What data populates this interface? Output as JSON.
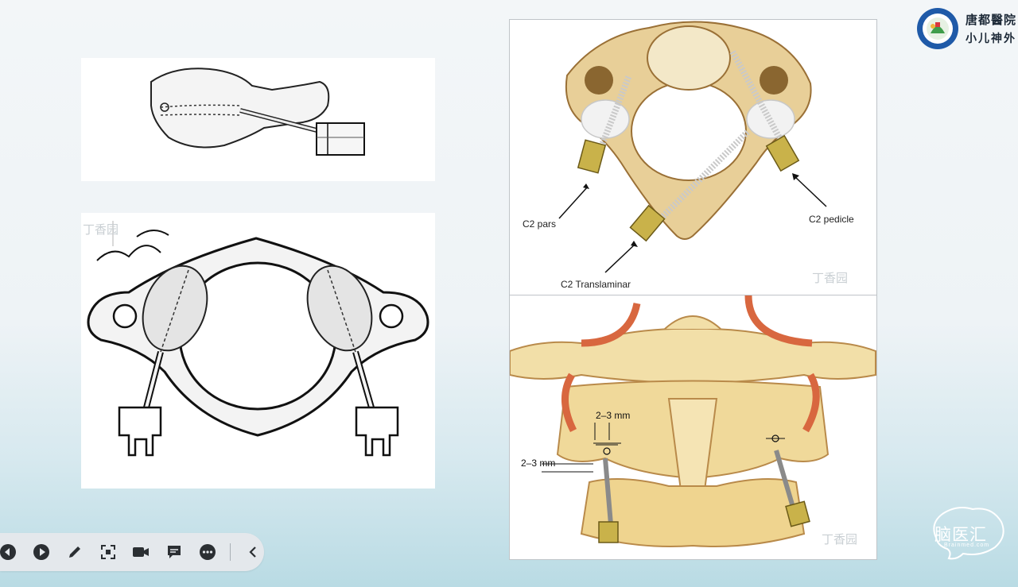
{
  "header": {
    "hospital_name_line1": "唐都醫院",
    "hospital_name_line2": "小儿神外",
    "logo_icon": "hospital-seal-logo"
  },
  "panels": {
    "c2_fig": {
      "labels": {
        "pars": "C2 pars",
        "pedicle": "C2 pedicle",
        "translaminar": "C2 Translaminar"
      },
      "watermark": "丁香园"
    },
    "lateral_fig": {
      "measure_top": "2–3 mm",
      "measure_side": "2–3 mm",
      "watermark": "丁香园"
    },
    "atlas_fig": {
      "watermark": "丁香园"
    }
  },
  "toolbar": {
    "items": [
      {
        "name": "prev-icon"
      },
      {
        "name": "play-icon"
      },
      {
        "name": "pen-icon"
      },
      {
        "name": "screenshot-icon"
      },
      {
        "name": "camera-icon"
      },
      {
        "name": "comment-icon"
      },
      {
        "name": "more-icon"
      },
      {
        "name": "collapse-icon"
      }
    ]
  },
  "brand": {
    "name": "脑医汇",
    "sub": "Brainmed.com"
  },
  "colors": {
    "bone": "#f2dfa8",
    "bone_edge": "#b98a4a",
    "artery": "#d8673f",
    "screw": "#c9b24a",
    "toolbar_bg": "#e4e8ec"
  }
}
